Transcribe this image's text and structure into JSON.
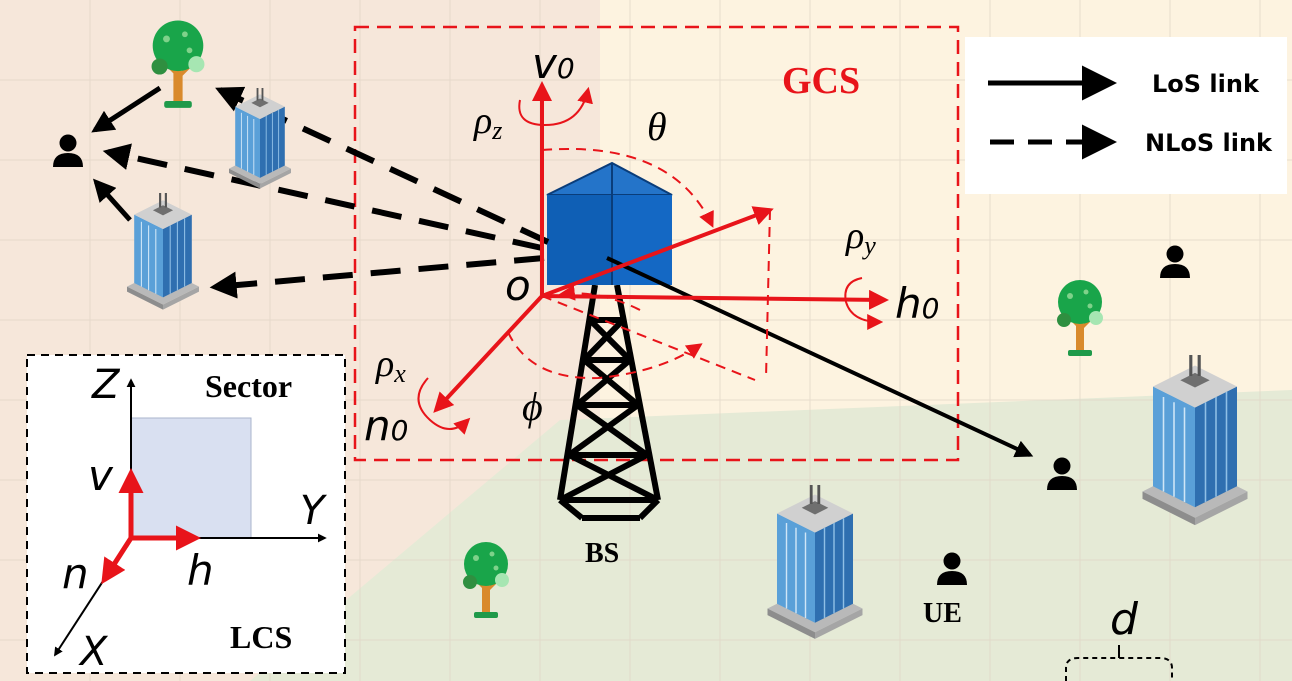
{
  "labels": {
    "gcs": "GCS",
    "sector": "Sector",
    "lcs": "LCS",
    "bs": "BS",
    "ue": "UE",
    "origin": "o",
    "d": "d"
  },
  "legend": {
    "los": "LoS link",
    "nlos": "NLoS link"
  },
  "gcs_axes": {
    "v0": "v",
    "v0_sub": "0",
    "h0": "h",
    "h0_sub": "0",
    "n0": "n",
    "n0_sub": "0",
    "rho_x": "ρ",
    "rho_x_sub": "x",
    "rho_y": "ρ",
    "rho_y_sub": "y",
    "rho_z": "ρ",
    "rho_z_sub": "z",
    "theta": "θ",
    "phi": "ϕ"
  },
  "lcs_axes": {
    "Z": "Z",
    "Y": "Y",
    "X": "X",
    "v": "v",
    "h": "h",
    "n": "n"
  },
  "colors": {
    "red": "#e8141a",
    "tower_blue": "#1060c0",
    "tree_green": "#19a54a",
    "sector_fill": "#d9e0f1",
    "gcs_bg": "#fdf3e0",
    "ground_green": "#e5ead6"
  }
}
